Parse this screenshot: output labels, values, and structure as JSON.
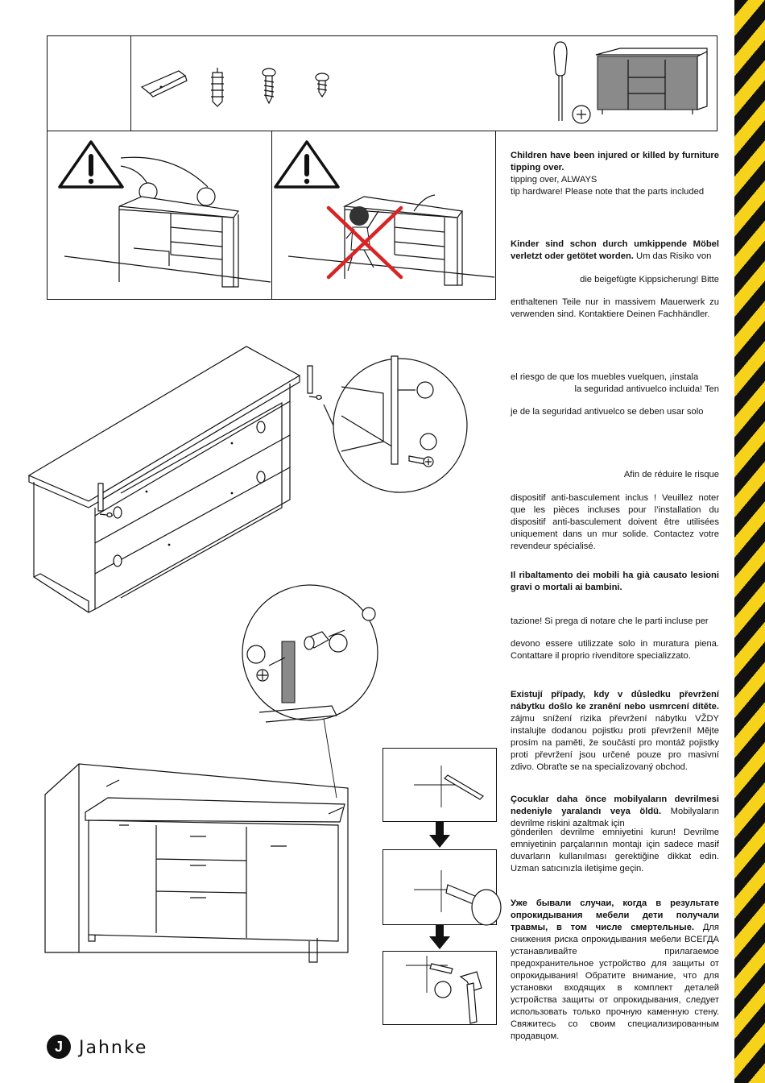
{
  "brand": {
    "logo_letter": "J",
    "name": "Jahnke"
  },
  "warnings": {
    "en": {
      "bold": "Children have been injured or killed by furniture tipping over.",
      "lines": [
        "tipping over, ALWAYS",
        "tip hardware! Please note that the parts included"
      ]
    },
    "de": {
      "bold": "Kinder sind schon durch umkippende Möbel verletzt oder getötet worden.",
      "rest": " Um das Risiko von",
      "lines": [
        "die beigefügte Kippsicherung! Bitte",
        "enthaltenen Teile nur in massivem Mauerwerk zu verwenden sind. Kontaktiere Deinen Fachhändler."
      ]
    },
    "es": {
      "lines": [
        "el riesgo de que los muebles vuelquen, ¡instala",
        "la seguridad antivuelco incluida! Ten",
        "je de la seguridad antivuelco se deben usar solo"
      ]
    },
    "fr": {
      "lines": [
        "Afin de réduire le risque",
        "dispositif anti-basculement inclus ! Veuillez noter que les pièces incluses pour l’installation du dispositif anti-basculement doivent être utilisées uniquement dans un mur solide. Contactez votre revendeur spécialisé."
      ]
    },
    "it": {
      "bold": "Il ribaltamento dei mobili ha già causato lesioni gravi o mortali ai bambini.",
      "lines": [
        "tazione! Si prega di notare che le parti incluse per",
        "devono essere utilizzate solo in muratura piena. Contattare il proprio rivenditore specializzato."
      ]
    },
    "cs": {
      "bold": "Existují případy, kdy v důsledku převržení nábytku došlo ke zranění nebo usmrcení dítěte.",
      "rest": " zájmu snížení rizika převržení nábytku VŽDY instalujte dodanou pojistku proti převržení! Mějte prosím na paměti, že součásti pro montáž pojistky proti převržení jsou určené pouze pro masivní zdivo. Obraťte se na specializovaný obchod."
    },
    "tr": {
      "bold": "Çocuklar daha önce mobilyaların devrilmesi nedeniyle yaralandı veya öldü.",
      "rest": " Mobilyaların devrilme riskini azaltmak için",
      "lines": [
        "gönderilen devrilme emniyetini kurun! Devrilme emniyetinin parçalarının montajı için sadece masif duvarların kullanılması gerektiğine dikkat edin. Uzman satıcınızla iletişime geçin."
      ]
    },
    "ru": {
      "bold": "Уже бывали случаи, когда в результате опрокидывания мебели дети получали травмы, в том числе смертельные.",
      "rest": " Для снижения риска опрокидывания мебели ВСЕГДА устанавливайте прилагаемое предохранительное устройство для защиты от опрокидывания! Обратите внимание, что для установки входящих в комплект деталей устройства защиты от опрокидывания, следует использовать только прочную каменную стену. Свяжитесь со своим специализированным продавцом."
    }
  }
}
